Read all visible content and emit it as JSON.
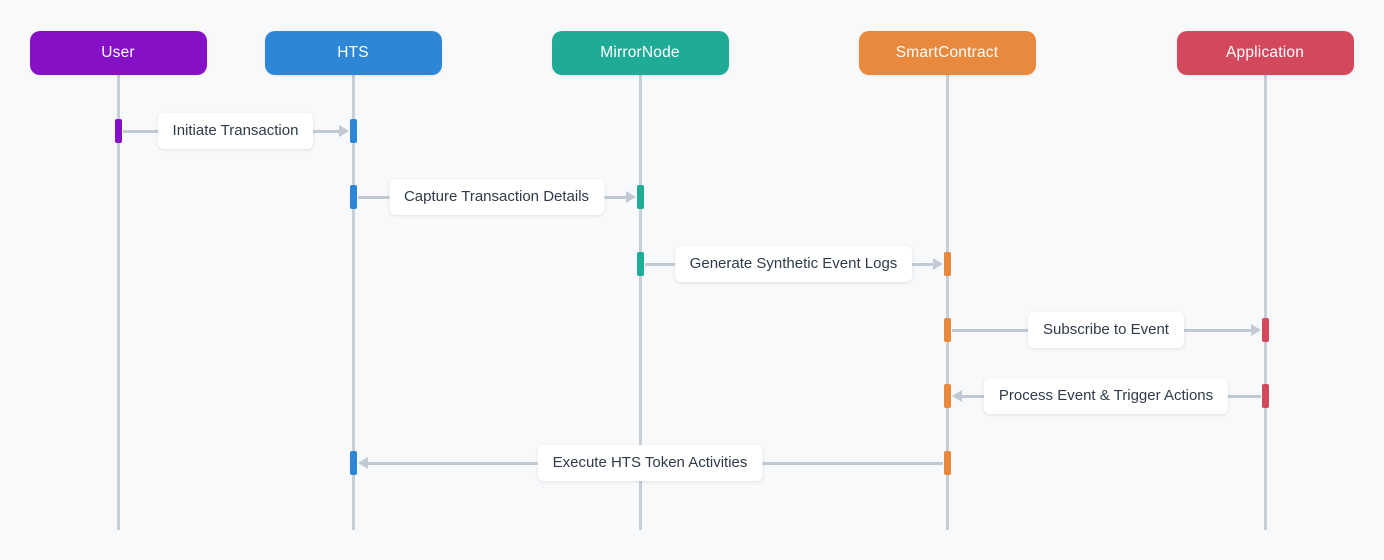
{
  "diagram": {
    "type": "sequence-diagram",
    "actors": [
      {
        "id": "user",
        "label": "User",
        "color": "#8610C6"
      },
      {
        "id": "hts",
        "label": "HTS",
        "color": "#2E87D6"
      },
      {
        "id": "mirrornode",
        "label": "MirrorNode",
        "color": "#1FAC96"
      },
      {
        "id": "smartcontract",
        "label": "SmartContract",
        "color": "#E8893E"
      },
      {
        "id": "application",
        "label": "Application",
        "color": "#D4485E"
      }
    ],
    "messages": [
      {
        "from": "user",
        "to": "hts",
        "label": "Initiate Transaction"
      },
      {
        "from": "hts",
        "to": "mirrornode",
        "label": "Capture Transaction Details"
      },
      {
        "from": "mirrornode",
        "to": "smartcontract",
        "label": "Generate Synthetic Event Logs"
      },
      {
        "from": "smartcontract",
        "to": "application",
        "label": "Subscribe to Event"
      },
      {
        "from": "application",
        "to": "smartcontract",
        "label": "Process Event & Trigger Actions"
      },
      {
        "from": "smartcontract",
        "to": "hts",
        "label": "Execute HTS Token Activities"
      }
    ],
    "colors": {
      "background": "#F7F9FA",
      "lifeline": "#C6CED8",
      "arrow": "#C1CAD4",
      "label_bg": "#FFFFFF",
      "label_text": "#2F3B49"
    }
  }
}
